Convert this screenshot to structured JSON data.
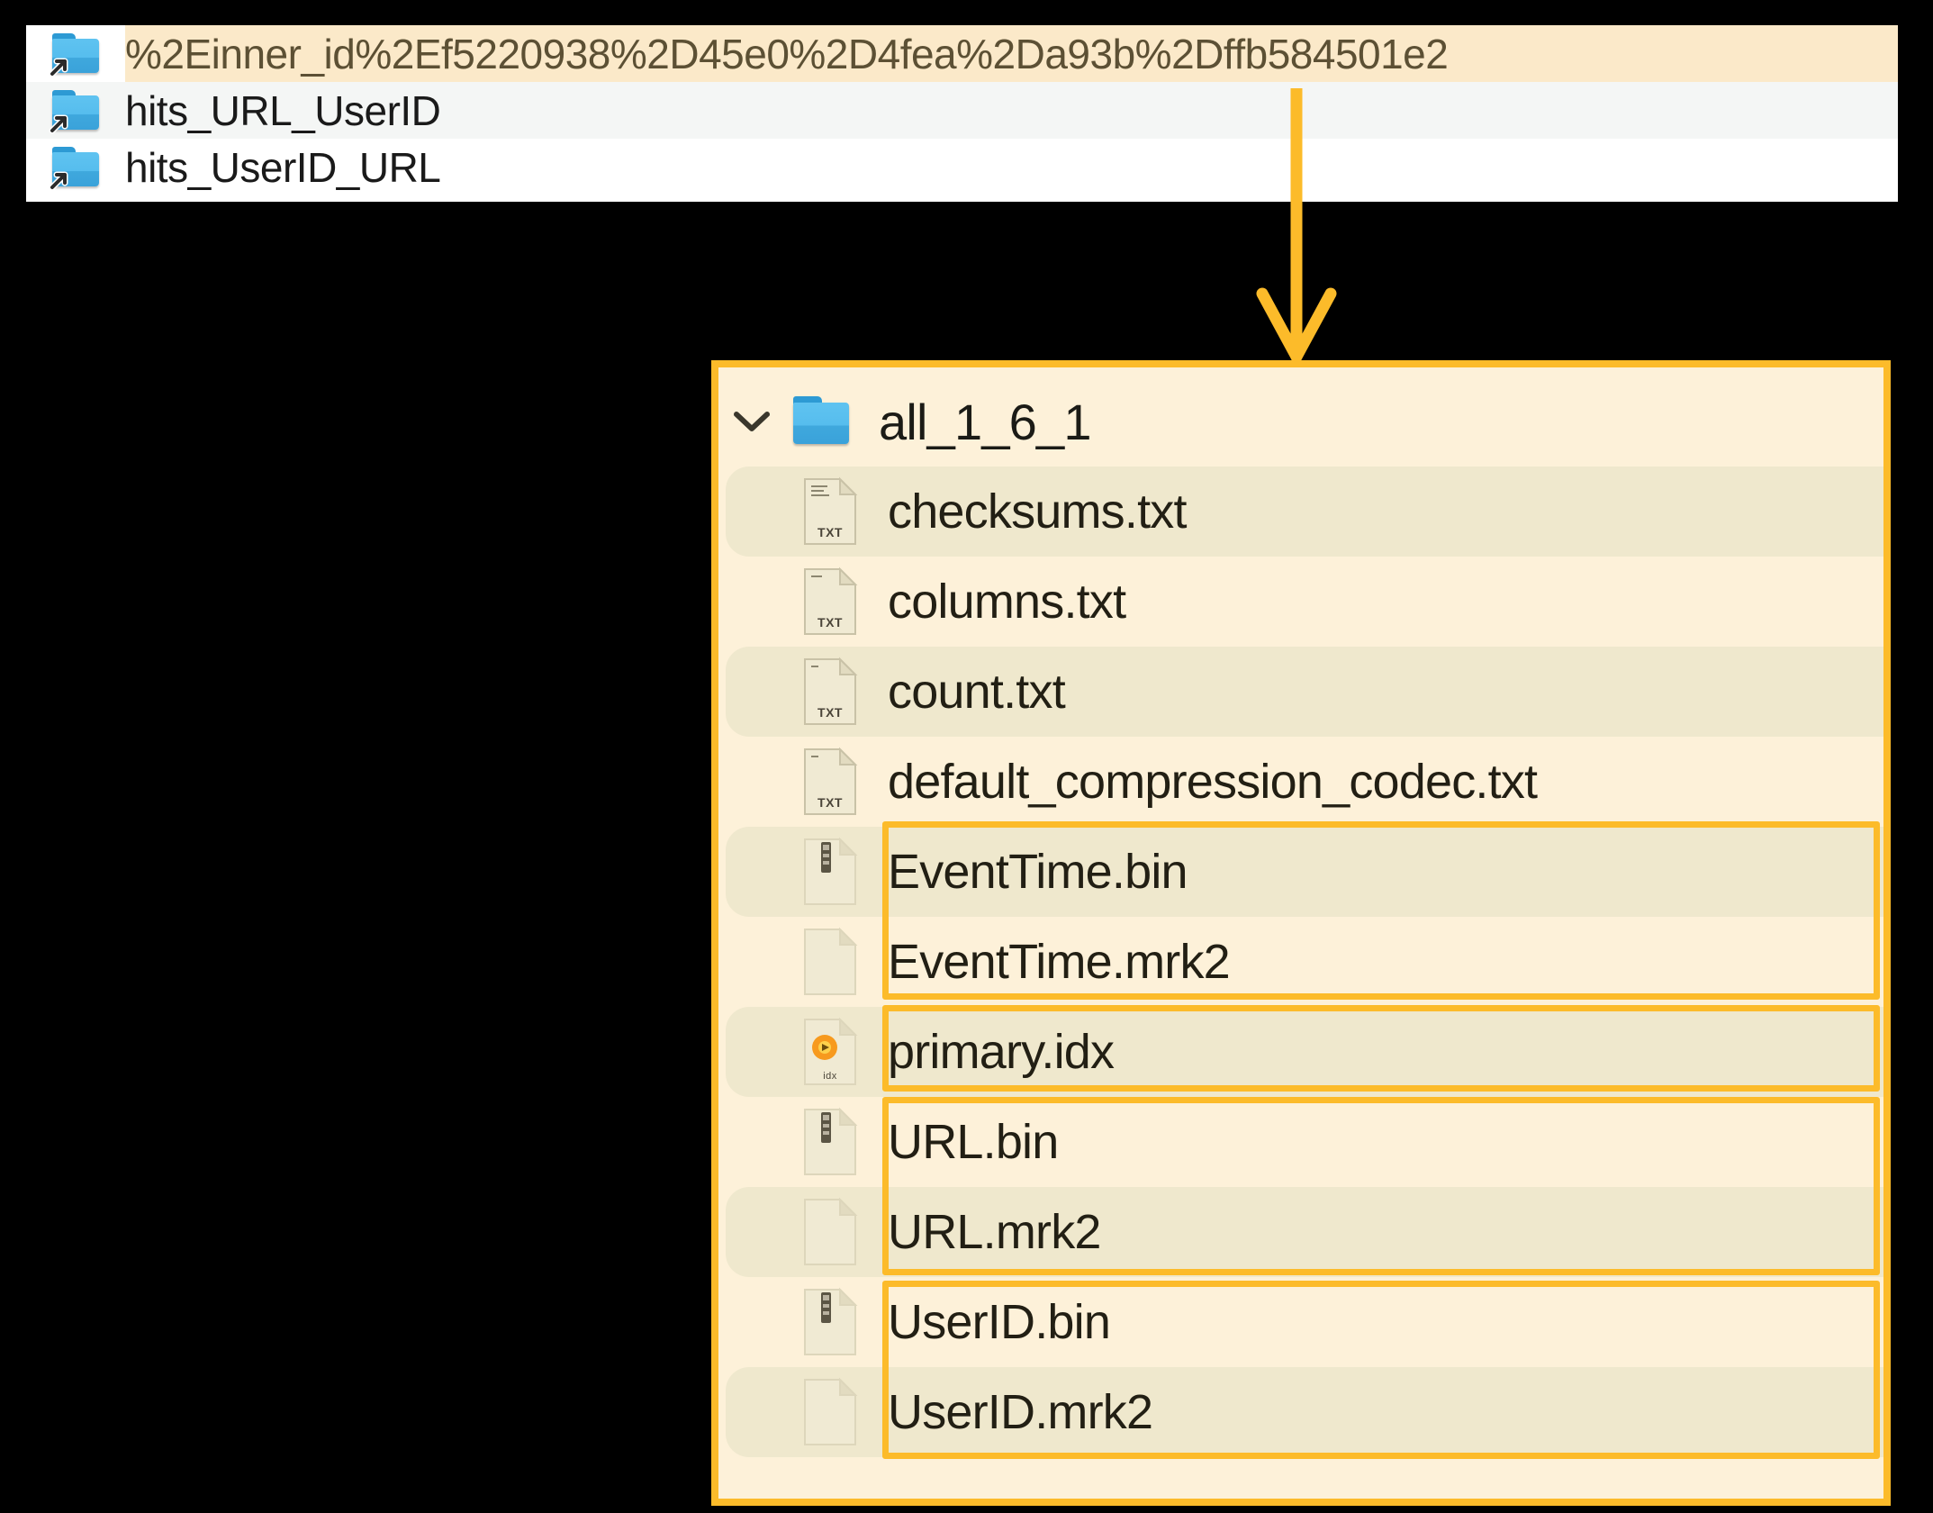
{
  "top_panel": {
    "name": "symlink-folder-list",
    "rows": [
      {
        "label": "%2Einner_id%2Ef5220938%2D45e0%2D4fea%2Da93b%2Dffb584501e2",
        "icon": "folder-shortcut-icon",
        "selected": true
      },
      {
        "label": "hits_URL_UserID",
        "icon": "folder-shortcut-icon",
        "selected": false
      },
      {
        "label": "hits_UserID_URL",
        "icon": "folder-shortcut-icon",
        "selected": false
      }
    ]
  },
  "connector": {
    "name": "arrow-down",
    "color": "#fcbb2a"
  },
  "bottom_panel": {
    "name": "data-part-contents",
    "border_color": "#fcbb2a",
    "background": "#fdf1d9",
    "folder": {
      "label": "all_1_6_1",
      "icon": "folder-icon",
      "twisty": "chevron-down-icon",
      "expanded": true
    },
    "files": [
      {
        "label": "checksums.txt",
        "icon": "txt-file-icon",
        "highlighted": false
      },
      {
        "label": "columns.txt",
        "icon": "txt-file-icon",
        "highlighted": false
      },
      {
        "label": "count.txt",
        "icon": "txt-file-icon",
        "highlighted": false
      },
      {
        "label": "default_compression_codec.txt",
        "icon": "txt-file-icon",
        "highlighted": false
      },
      {
        "label": "EventTime.bin",
        "icon": "bin-file-icon",
        "highlighted": true
      },
      {
        "label": "EventTime.mrk2",
        "icon": "blank-file-icon",
        "highlighted": true
      },
      {
        "label": "primary.idx",
        "icon": "idx-file-icon",
        "highlighted": true
      },
      {
        "label": "URL.bin",
        "icon": "bin-file-icon",
        "highlighted": true
      },
      {
        "label": "URL.mrk2",
        "icon": "blank-file-icon",
        "highlighted": true
      },
      {
        "label": "UserID.bin",
        "icon": "bin-file-icon",
        "highlighted": true
      },
      {
        "label": "UserID.mrk2",
        "icon": "blank-file-icon",
        "highlighted": true
      }
    ],
    "highlight_groups": [
      {
        "name": "eventtime-group",
        "labels": "EventTime.bin / EventTime.mrk2"
      },
      {
        "name": "primary-idx-group",
        "labels": "primary.idx"
      },
      {
        "name": "url-group",
        "labels": "URL.bin / URL.mrk2"
      },
      {
        "name": "userid-group",
        "labels": "UserID.bin / UserID.mrk2"
      }
    ],
    "icon_labels": {
      "txt": "TXT",
      "idx": "idx"
    }
  }
}
